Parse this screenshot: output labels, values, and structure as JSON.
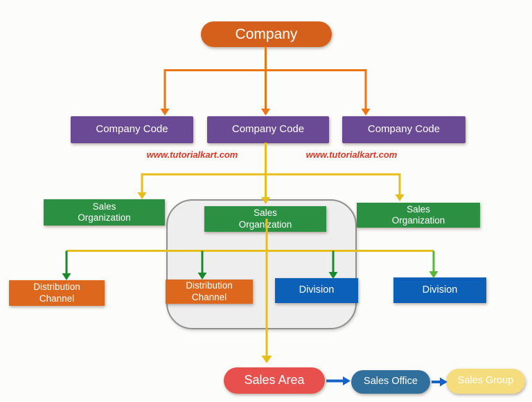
{
  "nodes": {
    "company": {
      "label": "Company",
      "color": "#d4601b"
    },
    "company_code_1": {
      "label": "Company Code",
      "color": "#6a4a94"
    },
    "company_code_2": {
      "label": "Company Code",
      "color": "#6a4a94"
    },
    "company_code_3": {
      "label": "Company Code",
      "color": "#6a4a94"
    },
    "sales_org_1": {
      "label": "Sales Organization",
      "color": "#2b9041"
    },
    "sales_org_2": {
      "label": "Sales Organization",
      "color": "#2b9041"
    },
    "sales_org_3": {
      "label": "Sales Organization",
      "color": "#2b9041"
    },
    "dist_channel_1": {
      "label": "Distribution Channel",
      "color": "#dd671c"
    },
    "dist_channel_2": {
      "label": "Distribution Channel",
      "color": "#dd671c"
    },
    "division_1": {
      "label": "Division",
      "color": "#0d60b8"
    },
    "division_2": {
      "label": "Division",
      "color": "#0d60b8"
    },
    "sales_area": {
      "label": "Sales Area",
      "color": "#e8504d"
    },
    "sales_office": {
      "label": "Sales Office",
      "color": "#31709d"
    },
    "sales_group": {
      "label": "Sales Group",
      "color": "#f5dd7e"
    }
  },
  "watermarks": {
    "left": "www.tutorialkart.com",
    "right": "www.tutorialkart.com",
    "color": "#e23420"
  },
  "palette": {
    "connector_orange": "#ed7514",
    "connector_yellow": "#e7bd1a",
    "connector_green_dark": "#188a2b",
    "connector_green_light": "#56b737",
    "connector_blue": "#1563c9",
    "container_fill": "#eeeeef",
    "container_border": "#8f8f90",
    "background": "#fcfcfa",
    "node_text": "#ffffff"
  }
}
